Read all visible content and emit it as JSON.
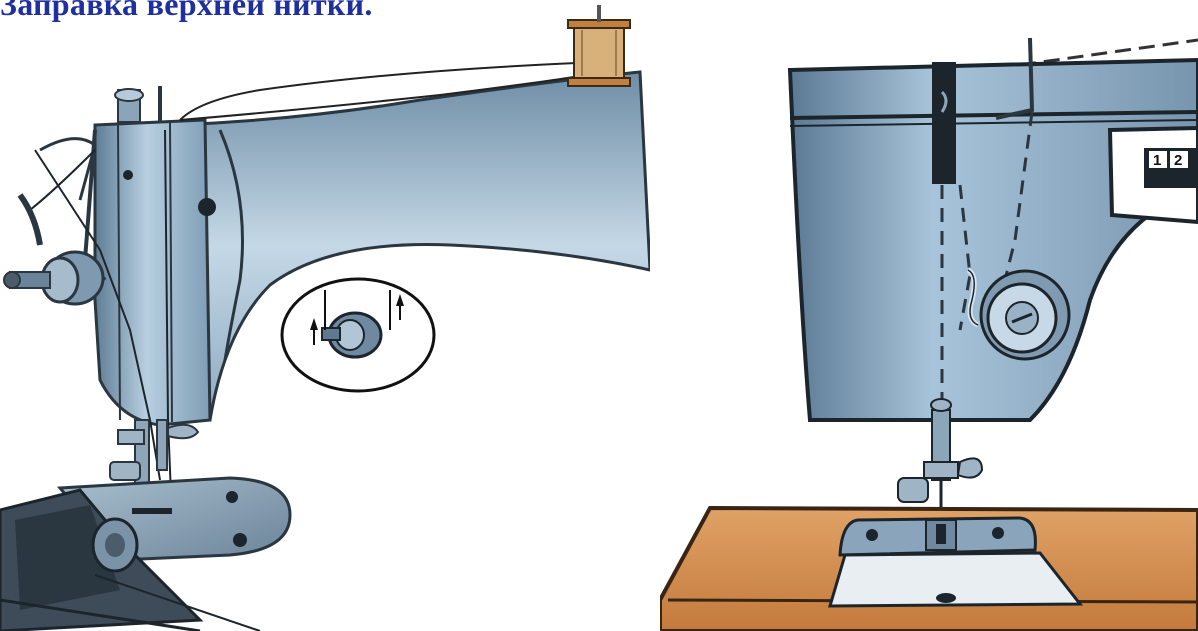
{
  "title": "Заправка верхней нитки.",
  "dial": {
    "digit_1": "1",
    "digit_2": "2"
  },
  "colors": {
    "title": "#1f2f9e",
    "machine_body": "#8fb0c8",
    "machine_dark": "#2a3640",
    "table_wood": "#d58a48",
    "spool_thread": "#c9a067"
  },
  "icons": [
    "thread-spool-icon",
    "tension-disc-icon",
    "bobbin-case-icon",
    "presser-foot-icon"
  ]
}
